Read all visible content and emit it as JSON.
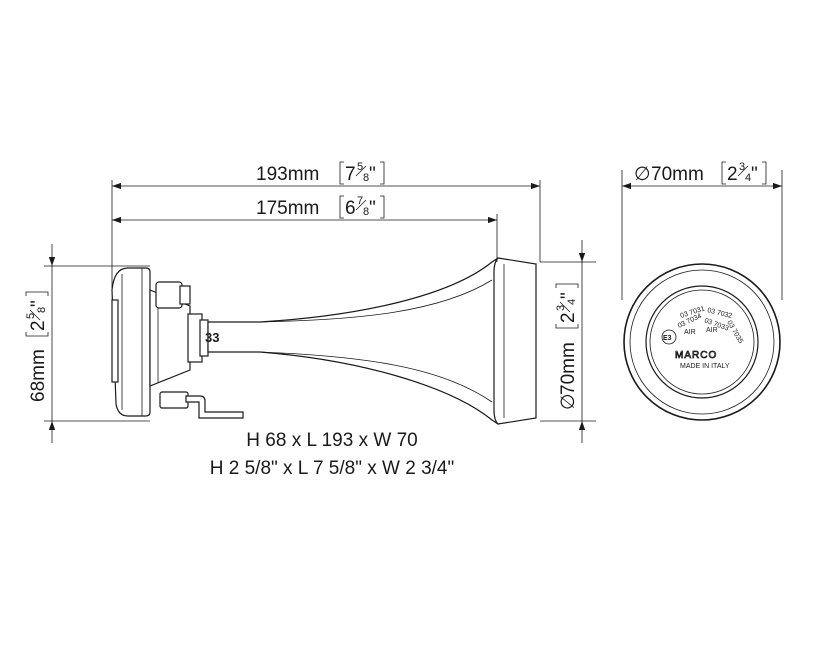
{
  "dimensions": {
    "overall_length": {
      "value": "193mm",
      "inch_whole": "7",
      "inch_num": "5",
      "inch_den": "8",
      "unit": "\""
    },
    "body_length": {
      "value": "175mm",
      "inch_whole": "6",
      "inch_num": "7",
      "inch_den": "8",
      "unit": "\""
    },
    "height": {
      "value": "68mm",
      "inch_whole": "2",
      "inch_num": "5",
      "inch_den": "8",
      "unit": "\""
    },
    "bell_diameter": {
      "prefix": "∅",
      "value": "70mm",
      "inch_whole": "2",
      "inch_num": "3",
      "inch_den": "4",
      "unit": "\""
    },
    "front_diameter": {
      "prefix": "∅",
      "value": "70mm",
      "inch_whole": "2",
      "inch_num": "3",
      "inch_den": "4",
      "unit": "\""
    }
  },
  "side_view": {
    "tube_label": "33"
  },
  "front_view": {
    "approval_mark": "E3",
    "codes": [
      "03 7031",
      "03 7032",
      "03 7033",
      "03 7034",
      "03 7035"
    ],
    "air_labels": [
      "AIR",
      "AIR"
    ],
    "brand": "MARCO",
    "origin": "MADE IN ITALY"
  },
  "caption": {
    "line1": "H 68 x L 193 x W 70",
    "line2": "H 2 5/8\" x L 7 5/8\" x W 2 3/4\""
  }
}
